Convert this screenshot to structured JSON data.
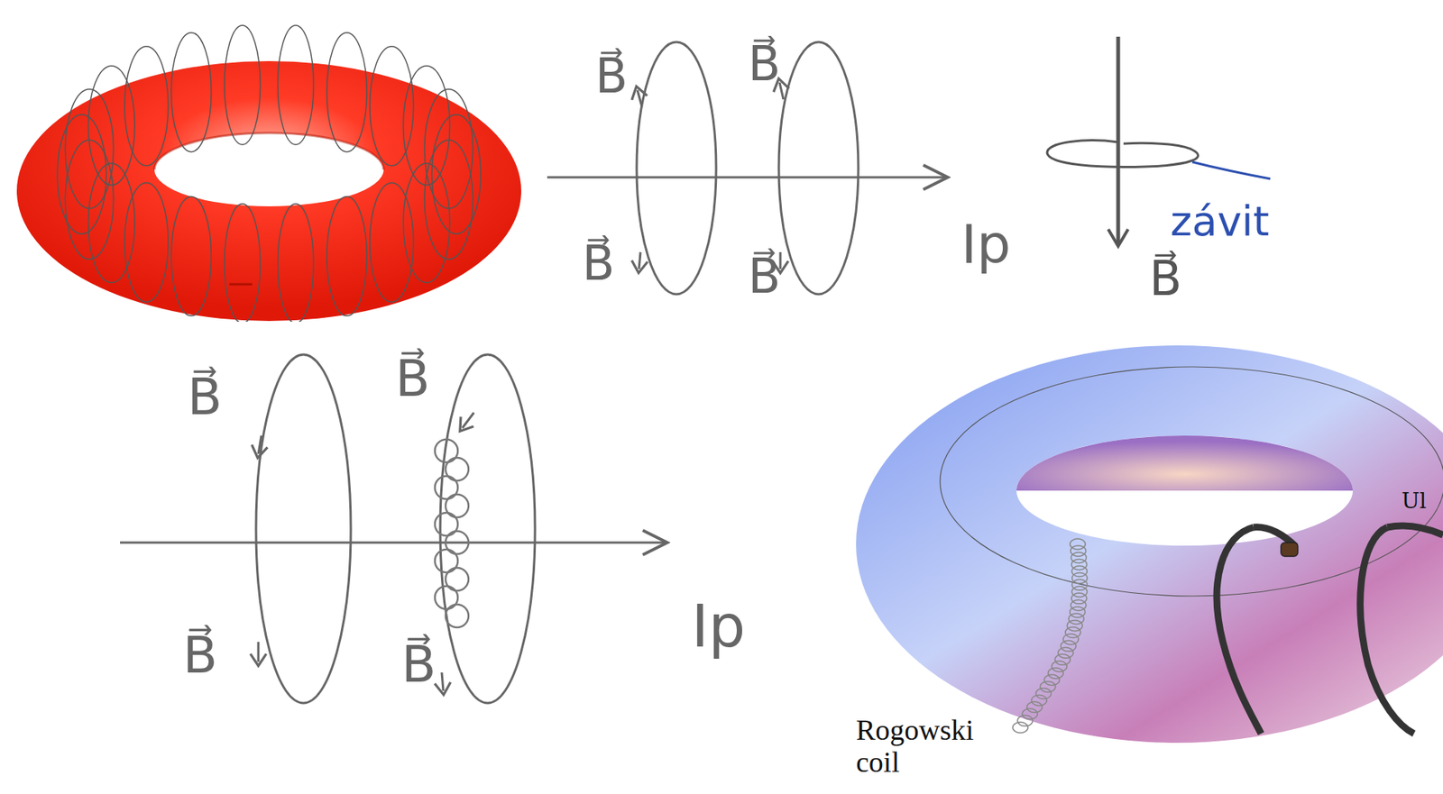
{
  "diagram": {
    "labels": [
      "B⃗",
      "B⃗",
      "B⃗",
      "B⃗",
      "Ip",
      "B⃗",
      "závit",
      "B⃗",
      "B⃗",
      "B⃗",
      "B⃗",
      "Ip",
      "Ul",
      "Rogowski coil"
    ]
  }
}
